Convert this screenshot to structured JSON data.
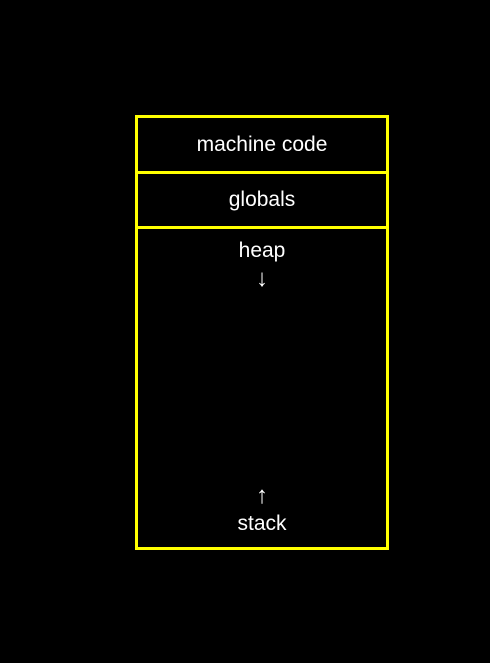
{
  "diagram": {
    "border_color": "#ffff00",
    "text_color": "#ffffff",
    "background_color": "#000000",
    "segments": {
      "machine_code": "machine code",
      "globals": "globals",
      "heap": "heap",
      "heap_arrow": "↓",
      "stack_arrow": "↑",
      "stack": "stack"
    }
  }
}
